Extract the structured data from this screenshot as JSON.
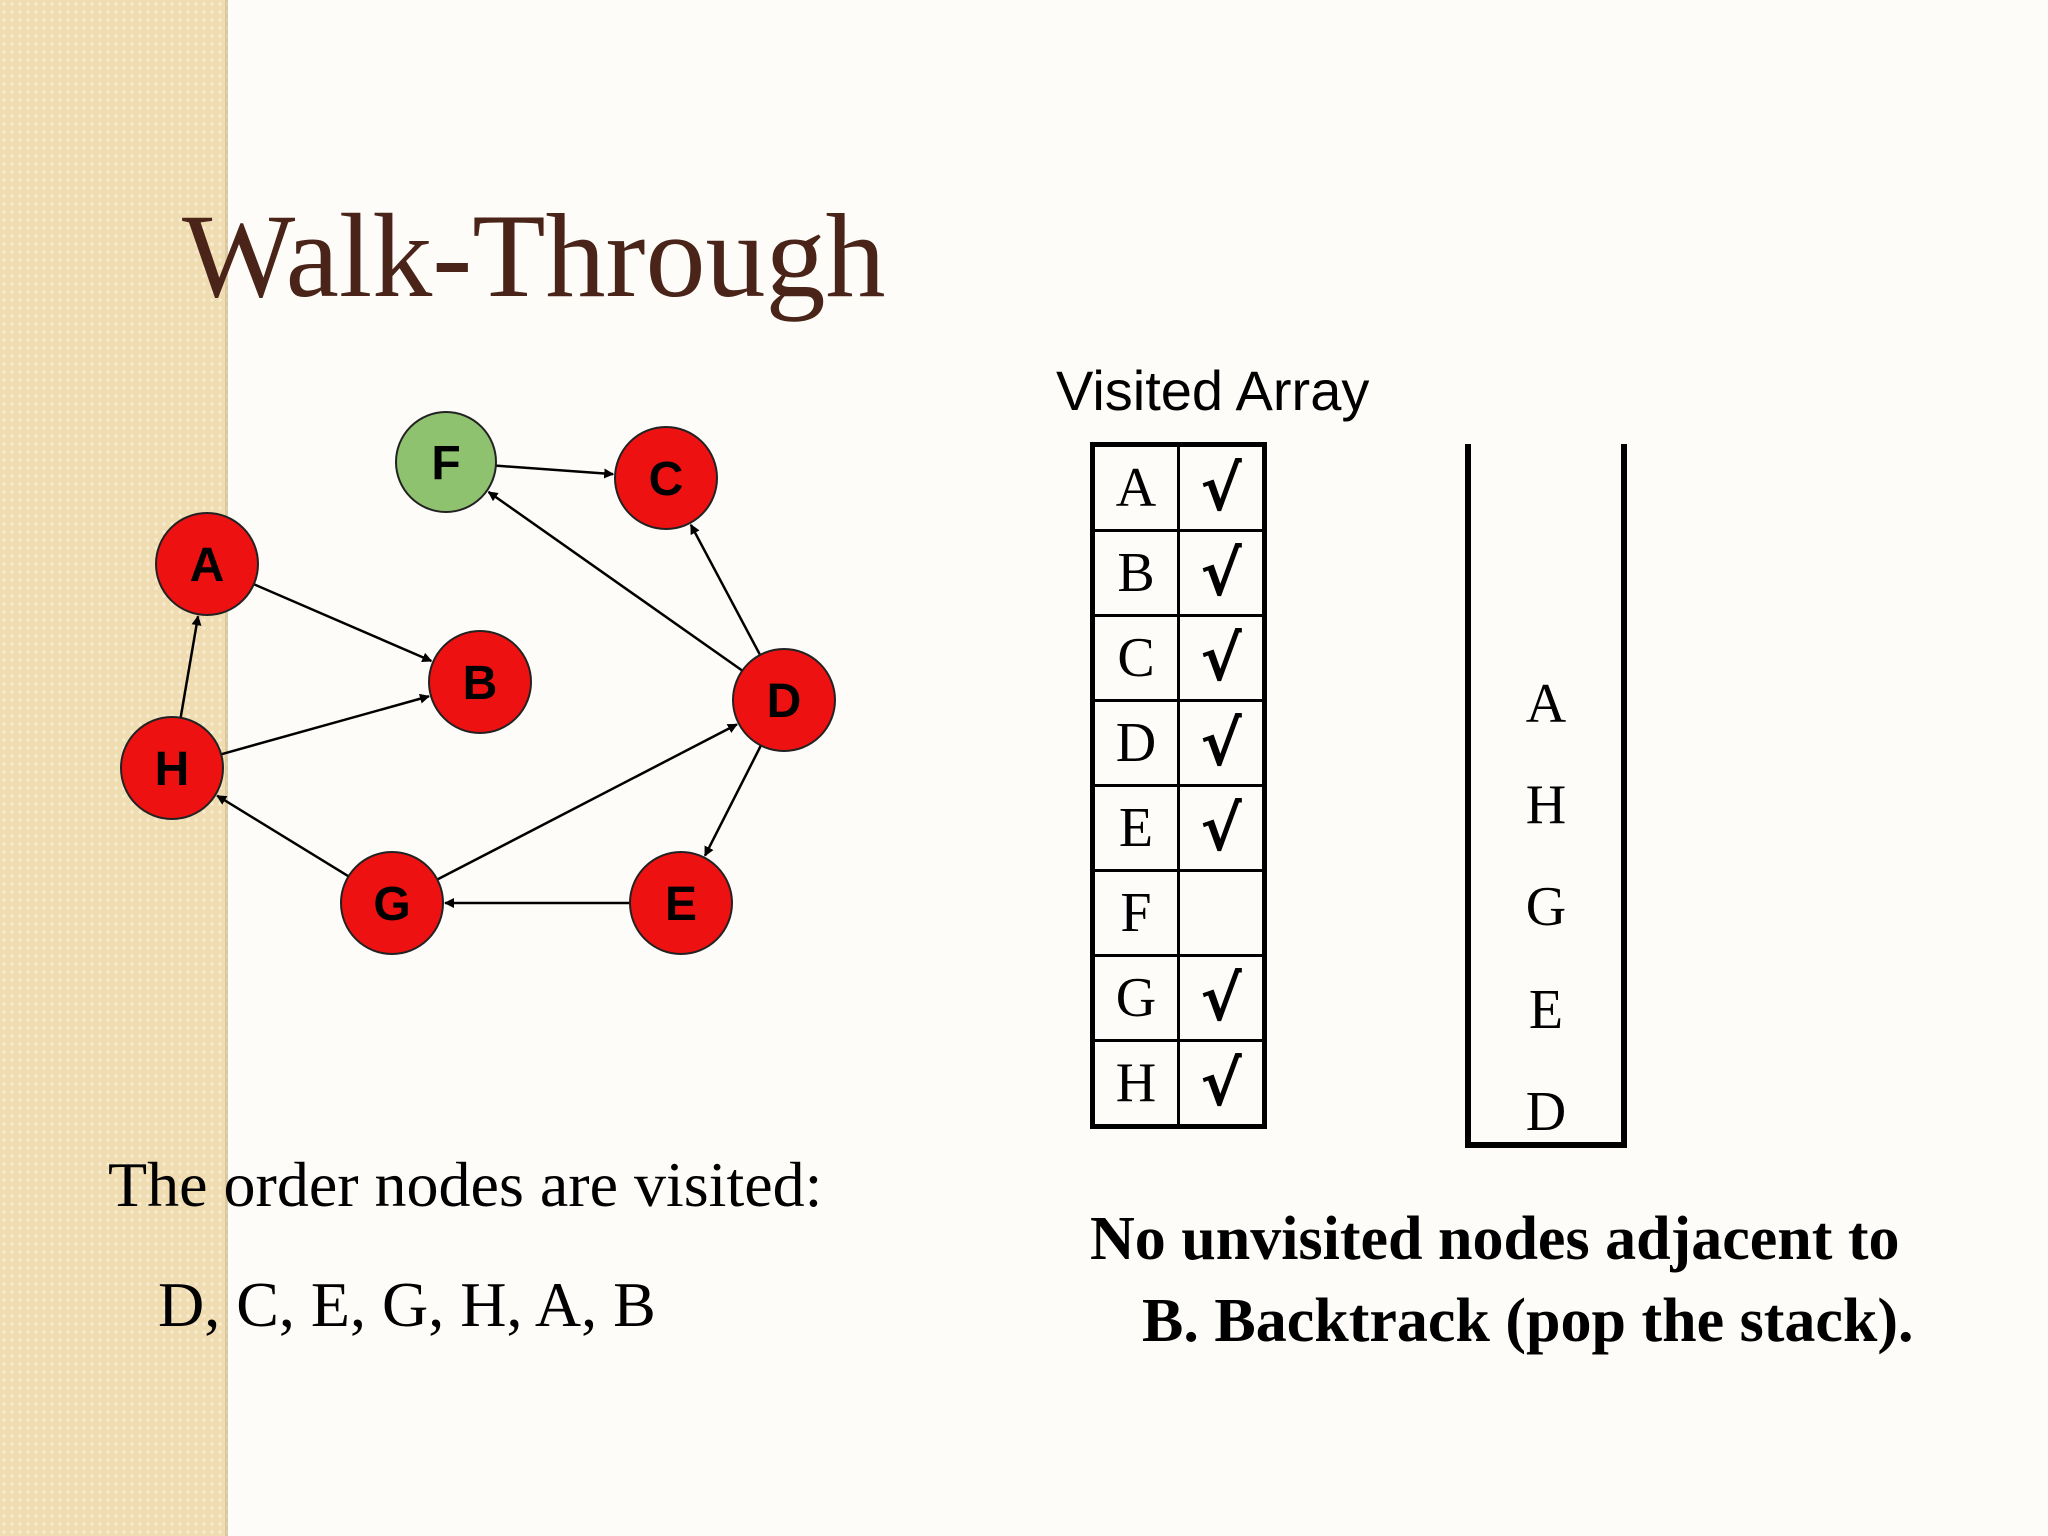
{
  "title": "Walk-Through",
  "graph": {
    "nodes": [
      {
        "id": "F",
        "label": "F",
        "state": "unvisited",
        "color": "#8fc26f"
      },
      {
        "id": "C",
        "label": "C",
        "state": "visited",
        "color": "#ee1111"
      },
      {
        "id": "A",
        "label": "A",
        "state": "visited",
        "color": "#ee1111"
      },
      {
        "id": "B",
        "label": "B",
        "state": "visited",
        "color": "#ee1111"
      },
      {
        "id": "D",
        "label": "D",
        "state": "visited",
        "color": "#ee1111"
      },
      {
        "id": "H",
        "label": "H",
        "state": "visited",
        "color": "#ee1111"
      },
      {
        "id": "G",
        "label": "G",
        "state": "visited",
        "color": "#ee1111"
      },
      {
        "id": "E",
        "label": "E",
        "state": "visited",
        "color": "#ee1111"
      }
    ],
    "edges": [
      {
        "from": "F",
        "to": "C"
      },
      {
        "from": "A",
        "to": "B"
      },
      {
        "from": "H",
        "to": "A"
      },
      {
        "from": "H",
        "to": "B"
      },
      {
        "from": "D",
        "to": "C"
      },
      {
        "from": "D",
        "to": "F"
      },
      {
        "from": "D",
        "to": "E"
      },
      {
        "from": "E",
        "to": "G"
      },
      {
        "from": "G",
        "to": "D"
      },
      {
        "from": "G",
        "to": "H"
      }
    ]
  },
  "visited_array": {
    "title": "Visited Array",
    "check_mark": "√",
    "rows": [
      {
        "node": "A",
        "visited": true
      },
      {
        "node": "B",
        "visited": true
      },
      {
        "node": "C",
        "visited": true
      },
      {
        "node": "D",
        "visited": true
      },
      {
        "node": "E",
        "visited": true
      },
      {
        "node": "F",
        "visited": false
      },
      {
        "node": "G",
        "visited": true
      },
      {
        "node": "H",
        "visited": true
      }
    ]
  },
  "stack": {
    "items_top_to_bottom": [
      "A",
      "H",
      "G",
      "E",
      "D"
    ]
  },
  "order": {
    "title": "The order nodes are visited:",
    "sequence": "D, C, E, G, H, A, B"
  },
  "message": {
    "line1": "No unvisited nodes adjacent to",
    "line2": "B.  Backtrack (pop the stack)."
  }
}
